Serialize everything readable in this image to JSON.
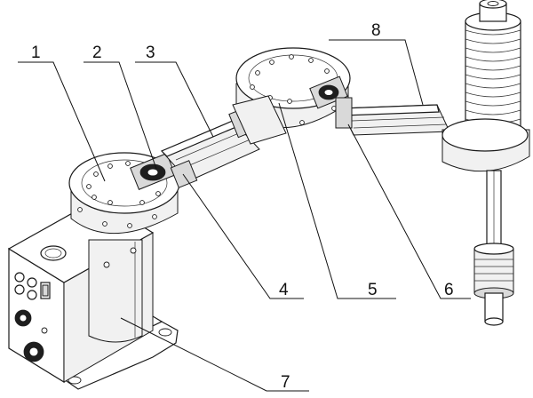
{
  "figure": {
    "callouts": [
      {
        "id": "1",
        "label": "1"
      },
      {
        "id": "2",
        "label": "2"
      },
      {
        "id": "3",
        "label": "3"
      },
      {
        "id": "4",
        "label": "4"
      },
      {
        "id": "5",
        "label": "5"
      },
      {
        "id": "6",
        "label": "6"
      },
      {
        "id": "7",
        "label": "7"
      },
      {
        "id": "8",
        "label": "8"
      }
    ]
  }
}
